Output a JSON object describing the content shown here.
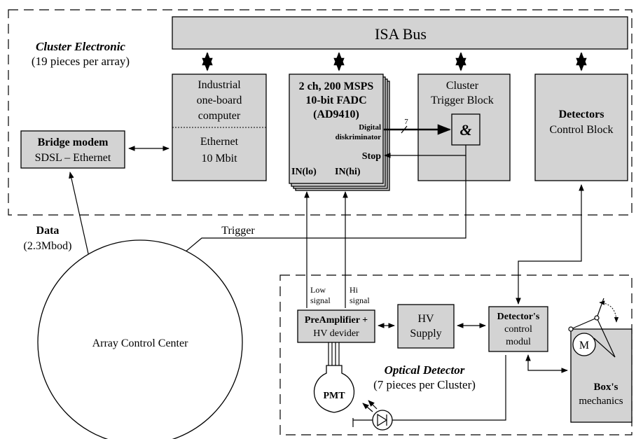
{
  "cluster_region": {
    "title": "Cluster Electronic",
    "subtitle": "(19 pieces per array)"
  },
  "isa_bus": {
    "label": "ISA Bus"
  },
  "industrial_computer": {
    "line1": "Industrial",
    "line2": "one-board",
    "line3": "computer",
    "line4": "Ethernet",
    "line5": "10 Mbit"
  },
  "fadc": {
    "line1": "2 ch, 200 MSPS",
    "line2": "10-bit FADC",
    "line3": "(AD9410)",
    "digital_line1": "Digital",
    "digital_line2": "diskriminator",
    "stop": "Stop",
    "in_lo": "IN(lo)",
    "in_hi": "IN(hi)"
  },
  "cluster_trigger": {
    "line1": "Cluster",
    "line2": "Trigger Block",
    "and_symbol": "&",
    "bus_count": "7"
  },
  "detectors_control": {
    "line1": "Detectors",
    "line2": "Control Block"
  },
  "bridge_modem": {
    "line1": "Bridge modem",
    "line2": "SDSL – Ethernet"
  },
  "data_link": {
    "line1": "Data",
    "line2": "(2.3Mbod)"
  },
  "trigger_label": "Trigger",
  "array_control_center": "Array Control Center",
  "optical_region": {
    "title": "Optical Detector",
    "subtitle": "(7 pieces per Cluster)"
  },
  "preamp": {
    "line1": "PreAmplifier +",
    "line2": "HV devider"
  },
  "signals": {
    "low_line1": "Low",
    "low_line2": "signal",
    "hi_line1": "Hi",
    "hi_line2": "signal"
  },
  "hv_supply": {
    "line1": "HV",
    "line2": "Supply"
  },
  "detector_control_modul": {
    "line1": "Detector's",
    "line2": "control",
    "line3": "modul"
  },
  "box_mechanics": {
    "motor": "M",
    "line1": "Box's",
    "line2": "mechanics"
  },
  "pmt": "PMT"
}
